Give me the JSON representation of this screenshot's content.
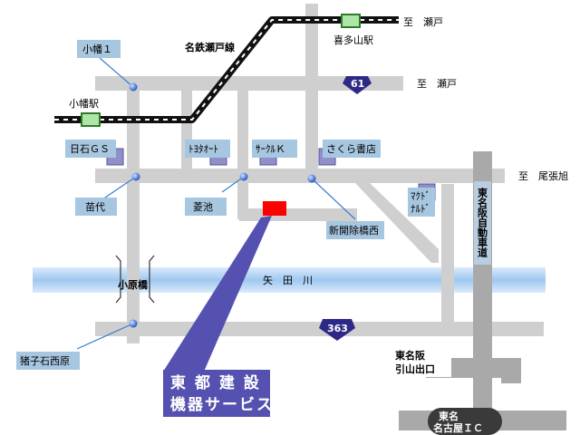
{
  "stations": {
    "kiyama": "喜多山駅",
    "obata_eki": "小幡駅",
    "meitetsu_line": "名鉄瀬戸線"
  },
  "bus_stops": {
    "obata1": "小幡１",
    "naeshiro": "苗代",
    "hishiike": "菱池",
    "shinkaihojo": "新開除橋西",
    "inokoishi": "猪子石西原"
  },
  "directions": {
    "to_seto_top": "至　瀬戸",
    "to_seto_mid": "至　瀬戸",
    "to_owariasahi": "至　尾張旭"
  },
  "landmarks": {
    "nisseki_gs": "日石ＧＳ",
    "toyota_auto": "ﾄﾖﾀｵｰﾄ",
    "circle_k": "ｻｰｸﾙＫ",
    "sakura_books": "さくら書店",
    "mcdonalds_1": "ﾏｸﾄﾞ",
    "mcdonalds_2": "ﾅﾙﾄﾞ"
  },
  "river": {
    "name": "矢　田　川",
    "bridge": "小原橋"
  },
  "routes": {
    "r61": "61",
    "r363": "363"
  },
  "expressway": {
    "name": "東名阪自動車道",
    "exit_line1": "東名阪",
    "exit_line2": "引山出口",
    "ic_line1": "東名",
    "ic_line2": "名古屋ＩＣ"
  },
  "company": {
    "line1": "東 都 建 設",
    "line2": "機器サービス"
  },
  "colors": {
    "road": "#cfcfcf",
    "river": "#b6d6f4",
    "label_box": "#a7c6e0",
    "company_box": "#5551b0",
    "marker": "#ff0000",
    "railway": "#111111",
    "route_shield": "#2c2a86",
    "pin": "#2a5fd0"
  }
}
